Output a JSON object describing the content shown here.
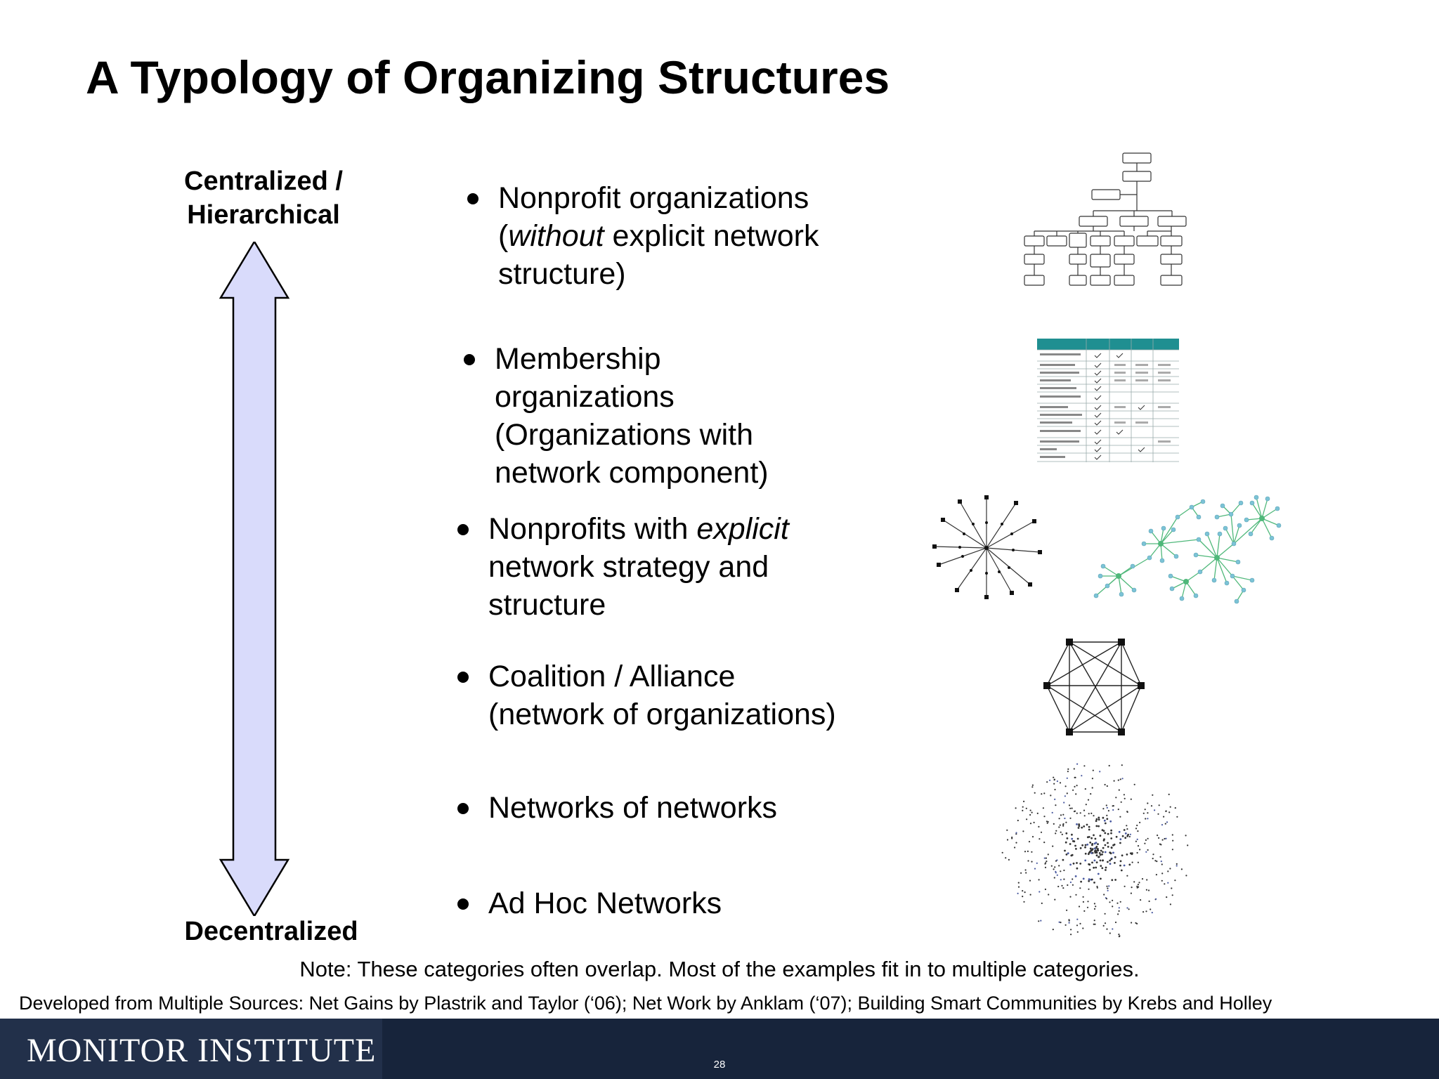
{
  "title": "A Typology of Organizing Structures",
  "axis": {
    "top_label": "Centralized /\nHierarchical",
    "bottom_label": "Decentralized"
  },
  "bullets": [
    {
      "pre": "Nonprofit organizations\n(",
      "em": "without",
      "post": " explicit network\nstructure)"
    },
    {
      "pre": "Membership\norganizations\n(Organizations with\nnetwork component)",
      "em": "",
      "post": ""
    },
    {
      "pre": "Nonprofits with ",
      "em": "explicit",
      "post": "\nnetwork strategy and\nstructure"
    },
    {
      "pre": "Coalition / Alliance\n(network of organizations)",
      "em": "",
      "post": ""
    },
    {
      "pre": "Networks of networks",
      "em": "",
      "post": ""
    },
    {
      "pre": "Ad Hoc Networks",
      "em": "",
      "post": ""
    }
  ],
  "illustrations": {
    "org_chart": "org-chart-icon",
    "membership_table": "membership-table-icon",
    "hub_star": "hub-network-icon",
    "clustered": "clustered-network-icon",
    "full_mesh": "full-mesh-network-icon",
    "dispersed": "dispersed-network-icon"
  },
  "note": "Note: These categories often overlap. Most of the examples fit in to multiple categories.",
  "sources": "Developed from Multiple Sources: Net Gains by Plastrik and Taylor (‘06); Net Work by Anklam (‘07); Building Smart Communities  by Krebs and Holley",
  "footer": {
    "logo": "MONITOR INSTITUTE",
    "page_number": "28"
  },
  "colors": {
    "arrow_fill": "#d9dbfb",
    "footer_bg": "#17243b",
    "table_header": "#1f8f91",
    "cluster_green": "#4fb87a",
    "cluster_node": "#7cc3d6"
  }
}
